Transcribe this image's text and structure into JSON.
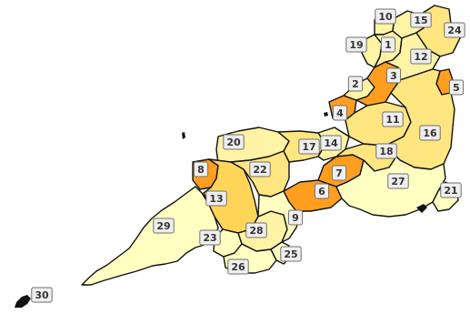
{
  "map": {
    "fill_palette": {
      "lightest": "#ffffc2",
      "light": "#fff3a6",
      "medium_light": "#ffe680",
      "medium": "#ffd557",
      "dark": "#ff9e1f"
    },
    "region_labels": [
      "1",
      "2",
      "3",
      "4",
      "5",
      "6",
      "7",
      "8",
      "9",
      "10",
      "11",
      "12",
      "13",
      "14",
      "15",
      "16",
      "17",
      "18",
      "19",
      "20",
      "21",
      "22",
      "23",
      "24",
      "25",
      "26",
      "27",
      "28",
      "29",
      "30"
    ]
  }
}
